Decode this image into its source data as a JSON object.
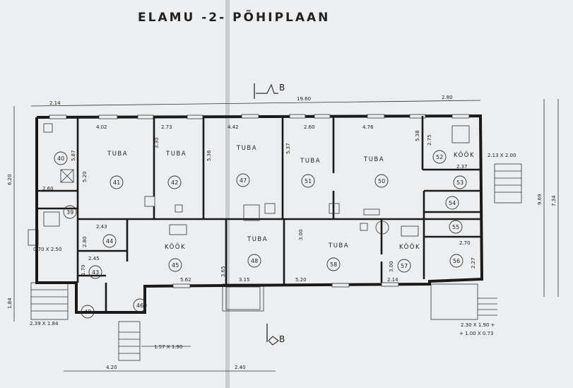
{
  "title": "ELAMU -2- PÕHIPLAAN",
  "section_marks": {
    "top": "B",
    "bottom": "B"
  },
  "room_labels": {
    "r1": "TUBA",
    "r2": "TUBA",
    "r3": "TUBA",
    "r4": "TUBA",
    "r5": "TUBA",
    "r6": "TUBA",
    "r7": "TUBA",
    "k1": "KÖÖK",
    "k2": "KÖÖK",
    "k3": "KÖÖK"
  },
  "room_numbers": {
    "n40": "40",
    "n41": "41",
    "n42": "42",
    "n47": "47",
    "n51": "51",
    "n50": "50",
    "n52": "52",
    "n53": "53",
    "n54": "54",
    "n55": "55",
    "n56": "56",
    "n39": "39",
    "n44": "44",
    "n45": "45",
    "n48": "48",
    "n58": "58",
    "n57": "57",
    "n43": "43",
    "n49": "49",
    "n46": "46"
  },
  "dimensions": {
    "d_top_left": "2.14",
    "d_top_total": "19.60",
    "d_top_right": "2.80",
    "d_402": "4.02",
    "d_273": "2.73",
    "d_442": "4.42",
    "d_260a": "2.60",
    "d_476": "4.76",
    "d_330": "3.30",
    "d_587": "5.87",
    "d_520v": "5.20",
    "d_536": "5.36",
    "d_537v": "5.37",
    "d_538": "5.38",
    "d_275": "2.75",
    "d_260b": "2.60",
    "d_237": "2.37",
    "d_243": "2.43",
    "d_280": "2.80",
    "d_245": "2.45",
    "d_170": "1.70",
    "d_562": "5.62",
    "d_365": "3.65",
    "d_315": "3.15",
    "d_520": "5.20",
    "d_300v": "3.00",
    "d_214": "2.14",
    "d_300": "3.00",
    "d_270": "2.70",
    "d_227": "2.27",
    "d_left_620": "6.20",
    "d_left_184": "1.84",
    "d_right_969": "9.69",
    "d_right_734": "7.34",
    "d_bot_420": "4.20",
    "d_bot_240": "2.40",
    "porch_left": "0.70 X 2.50",
    "stair_left": "2.39 X 1.84",
    "stair_right": "2.13 X 2.00",
    "porch_bottom": "1.57 X 1.90",
    "porch_right_1": "2.30 X 1.90 +",
    "porch_right_2": "+ 1.00 X 0.73"
  }
}
